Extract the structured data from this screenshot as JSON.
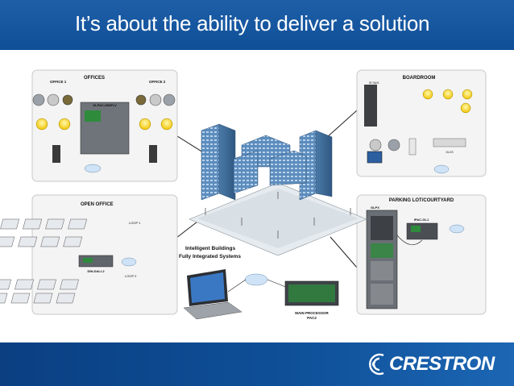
{
  "header": {
    "title": "It’s about the ability to deliver a solution"
  },
  "footer": {
    "brand": "CRESTRON"
  },
  "panels": {
    "offices": {
      "title": "OFFICES",
      "office1": "OFFICE 1",
      "office2": "OFFICE 2",
      "controller": "GLPAC-DIMFLV"
    },
    "boardroom": {
      "title": "BOARDROOM",
      "rack": "IR SA/S",
      "interface": "GLXS"
    },
    "open_office": {
      "title": "OPEN OFFICE",
      "loop1": "LOOP 1",
      "loop2": "LOOP 2",
      "controller": "DIN-DALI-2"
    },
    "parking": {
      "title": "PARKING LOT/COURTYARD",
      "cabinet": "GLPX",
      "controller": "iPAC-GL1"
    }
  },
  "center": {
    "caption_line1": "Intelligent Buildings",
    "caption_line2": "Fully Integrated Systems",
    "processor_label": "MAIN PROCESSOR",
    "processor_model": "PAC2"
  },
  "colors": {
    "brand_blue": "#0f4f98",
    "header_text": "#ffffff",
    "panel_border": "#c8c8c8"
  }
}
